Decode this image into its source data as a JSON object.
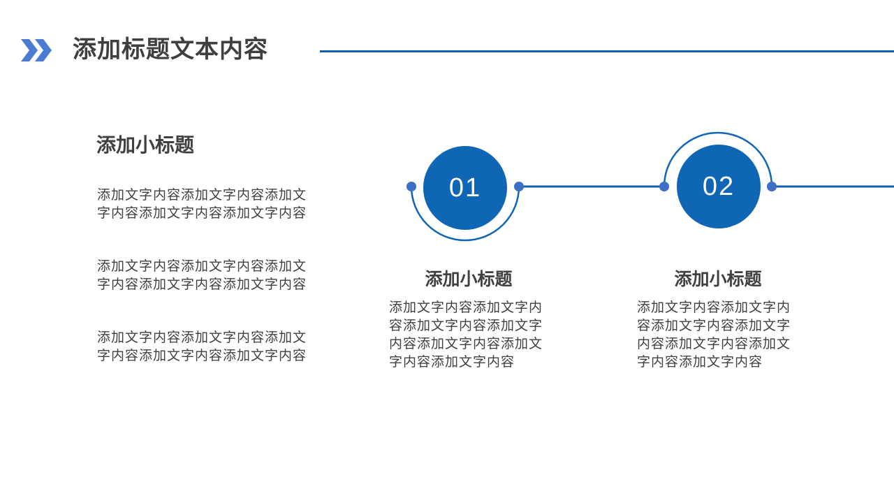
{
  "header": {
    "title": "添加标题文本内容",
    "icon": "double-chevron-icon"
  },
  "left": {
    "heading": "添加小标题",
    "paragraphs": [
      "添加文字内容添加文字内容添加文字内容添加文字内容添加文字内容",
      "添加文字内容添加文字内容添加文字内容添加文字内容添加文字内容",
      "添加文字内容添加文字内容添加文字内容添加文字内容添加文字内容"
    ]
  },
  "steps": [
    {
      "number": "01",
      "heading": "添加小标题",
      "body": "添加文字内容添加文字内容添加文字内容添加文字内容添加文字内容添加文字内容添加文字内容"
    },
    {
      "number": "02",
      "heading": "添加小标题",
      "body": "添加文字内容添加文字内容添加文字内容添加文字内容添加文字内容添加文字内容添加文字内容"
    }
  ],
  "colors": {
    "accent": "#0e66b5",
    "accent_dark": "#0f5fa8",
    "chevron": "#4a7cd4",
    "text": "#404040"
  }
}
